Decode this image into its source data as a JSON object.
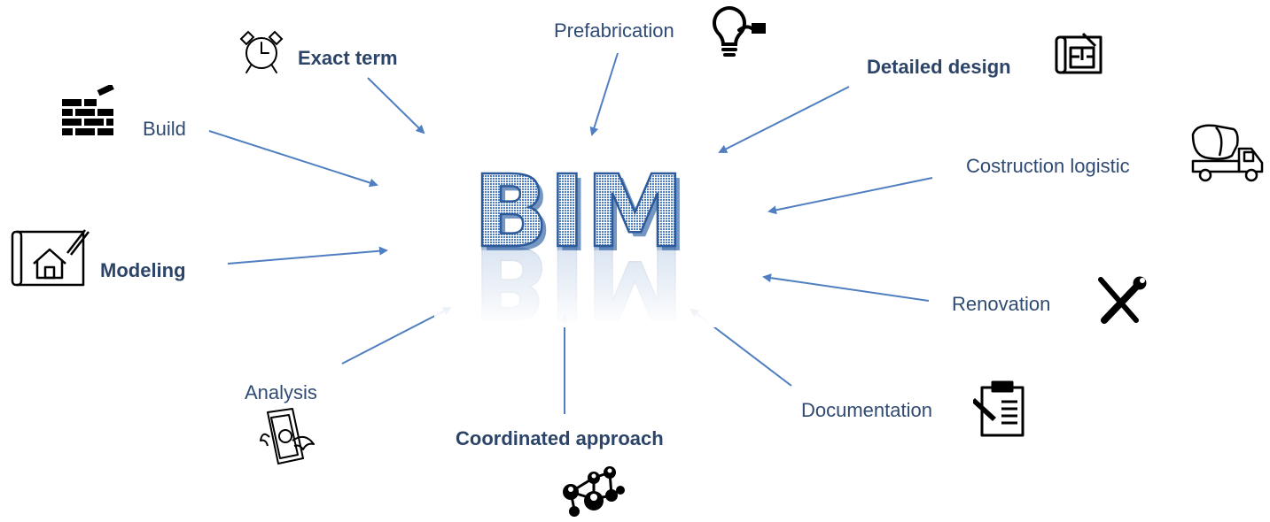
{
  "center": {
    "title": "BIM",
    "color": "#4f7fbf",
    "outline": "#2d5a9a"
  },
  "arrow_color": "#4f7fc0",
  "text_color": "#2f4a73",
  "labels": {
    "prefabrication": "Prefabrication",
    "exact_term": "Exact term",
    "detailed_design": "Detailed design",
    "build": "Build",
    "costruction_logistic": "Costruction logistic",
    "modeling": "Modeling",
    "renovation": "Renovation",
    "analysis": "Analysis",
    "documentation": "Documentation",
    "coordinated_approach": "Coordinated approach"
  },
  "icons": {
    "prefabrication": "lightbulb-icon",
    "exact_term": "alarm-clock-icon",
    "detailed_design": "blueprint-icon",
    "build": "brick-wall-icon",
    "costruction_logistic": "concrete-mixer-truck-icon",
    "modeling": "house-plan-icon",
    "renovation": "tools-icon",
    "analysis": "flying-money-icon",
    "documentation": "clipboard-icon",
    "coordinated_approach": "network-icon"
  }
}
